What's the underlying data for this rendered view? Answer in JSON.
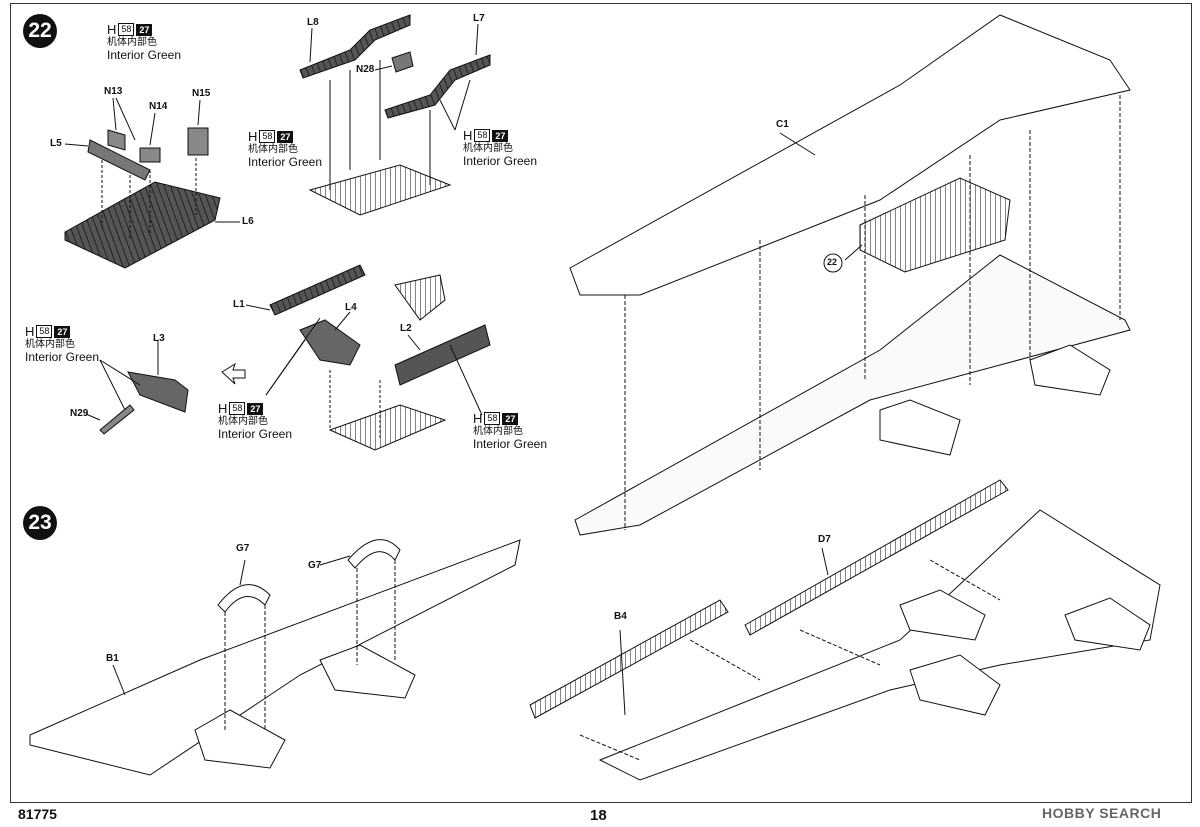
{
  "step22": {
    "number": "22",
    "parts": {
      "n13": "N13",
      "n14": "N14",
      "n15": "N15",
      "l5": "L5",
      "l6": "L6",
      "l8": "L8",
      "l7": "L7",
      "n28": "N28",
      "l1": "L1",
      "l4": "L4",
      "l2": "L2",
      "l3": "L3",
      "n29": "N29"
    },
    "paint": {
      "letter": "H",
      "code": "58",
      "number": "27",
      "cn": "机体内部色",
      "en": "Interior Green"
    }
  },
  "step23": {
    "number": "23",
    "parts": {
      "g7a": "G7",
      "g7b": "G7",
      "b1": "B1",
      "b4": "B4",
      "d7": "D7"
    }
  },
  "main": {
    "parts": {
      "c1": "C1"
    },
    "step_ref": "22"
  },
  "footer": {
    "model_no": "81775",
    "page": "18",
    "watermark": "HOBBY SEARCH"
  }
}
